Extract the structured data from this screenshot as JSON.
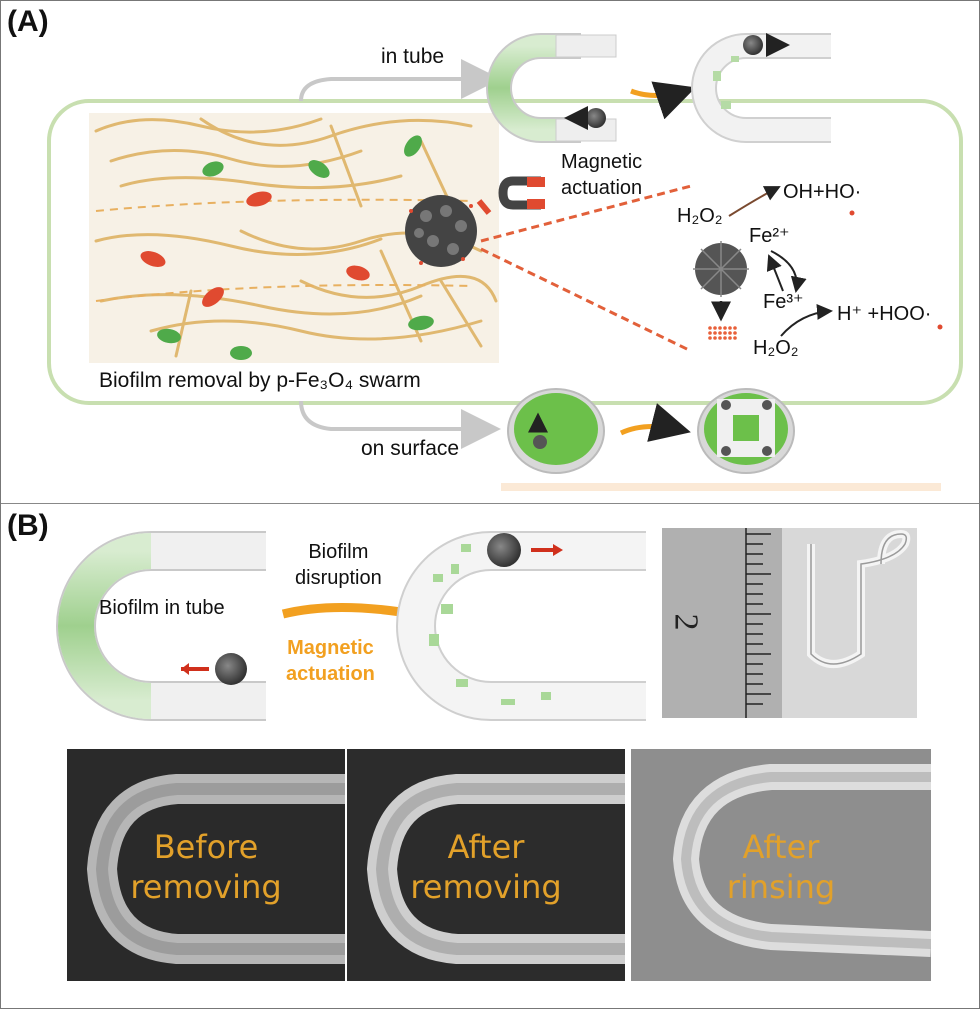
{
  "panel_a": {
    "label": "(A)",
    "in_tube": "in tube",
    "on_surface": "on surface",
    "magnetic_actuation_line1": "Magnetic",
    "magnetic_actuation_line2": "actuation",
    "caption": "Biofilm removal by p-Fe₃O₄ swarm",
    "chem": {
      "h2o2_top": "H₂O₂",
      "oh_products": "OH+HO·",
      "fe2": "Fe²⁺",
      "fe3": "Fe³⁺",
      "hoo_products": "H⁺ +HOO·",
      "h2o2_bottom": "H₂O₂"
    }
  },
  "panel_b": {
    "label": "(B)",
    "biofilm_in_tube": "Biofilm in tube",
    "biofilm_disruption_line1": "Biofilm",
    "biofilm_disruption_line2": "disruption",
    "magnetic_line1": "Magnetic",
    "magnetic_line2": "actuation",
    "ruler_number": "2",
    "photos": [
      {
        "line1": "Before",
        "line2": "removing"
      },
      {
        "line1": "After",
        "line2": "removing"
      },
      {
        "line1": "After",
        "line2": "rinsing"
      }
    ]
  },
  "colors": {
    "biofilm_green": "#6cc04a",
    "arrow_orange": "#f2a020",
    "fiber_tan": "#e0b870",
    "bacteria_red": "#e04a30",
    "caption_orange": "#e2a12a",
    "outline_green": "#c8dfb0"
  }
}
